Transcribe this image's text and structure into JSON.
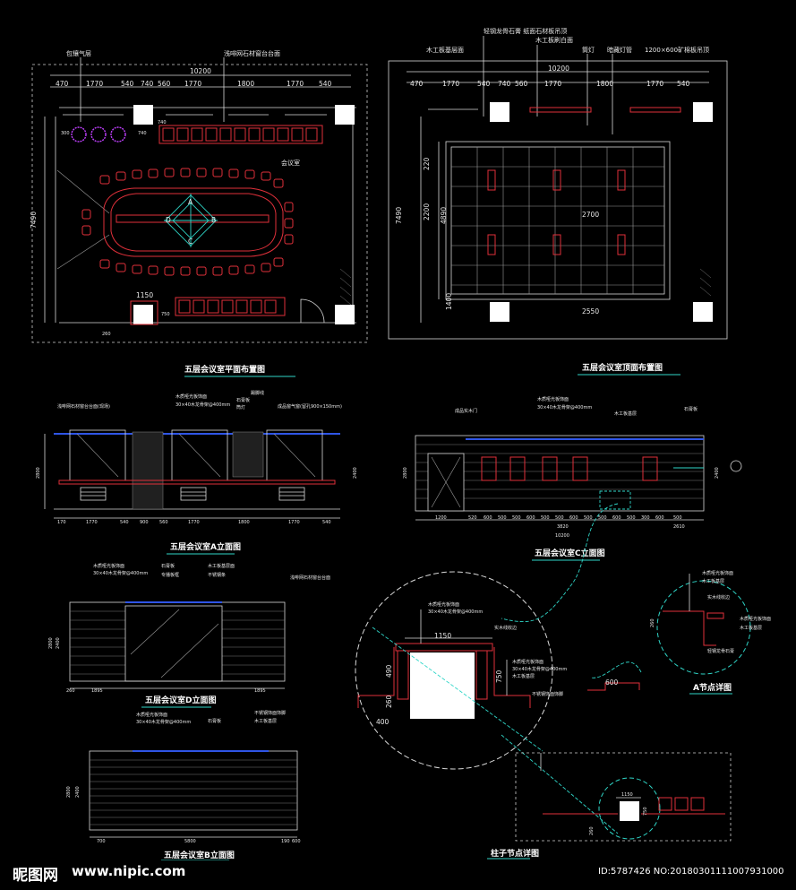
{
  "titles": {
    "plan": "五层会议室平面布置图",
    "ceiling": "五层会议室顶面布置图",
    "elev_a": "五层会议室A立面图",
    "elev_c": "五层会议室C立面图",
    "elev_d": "五层会议室D立面图",
    "elev_b": "五层会议室B立面图",
    "node_a": "A节点详图",
    "column": "柱子节点详图"
  },
  "plan": {
    "room": "会议室",
    "label_1": "包镶气层",
    "label_2": "浅啡网石材窗台台面",
    "total": "10200",
    "segments": [
      "470",
      "1770",
      "540",
      "740",
      "560",
      "1770",
      "1800",
      "1770",
      "540"
    ],
    "depth": "7490",
    "d_740a": "740",
    "d_740b": "740",
    "d_300": "300",
    "d_1150": "1150",
    "d_750": "750",
    "d_260": "260",
    "marks": [
      "A",
      "B",
      "C",
      "D"
    ]
  },
  "ceiling": {
    "label_1": "轻钢龙骨石膏 纸面石材板吊顶",
    "label_2": "木工板基层面",
    "label_3": "木工板刷白面",
    "label_4": "筒灯",
    "label_5": "暗藏灯管",
    "label_6": "1200×600矿棉板吊顶",
    "total": "10200",
    "segments": [
      "470",
      "1770",
      "540",
      "740",
      "560",
      "1770",
      "1800",
      "1770",
      "540"
    ],
    "d_4890": "4890",
    "d_220": "220",
    "d_2200": "2200",
    "d_1400": "1400",
    "d_7490": "7490",
    "d_2700": "2700",
    "d_2550": "2550"
  },
  "elev_a": {
    "label_1": "浅啡网石材窗台台面(现场)",
    "label_2": "木质哑光板饰面",
    "label_3": "30×40木龙骨架@400mm",
    "label_4": "石膏板",
    "label_5": "筒灯",
    "label_6": "踢脚线",
    "label_7": "成品窗气窗(留孔900×150mm)",
    "h_2800": "2800",
    "h_2400": "2400",
    "dims": [
      "170",
      "1770",
      "540",
      "900",
      "560",
      "1770",
      "1800",
      "1770",
      "540"
    ]
  },
  "elev_c": {
    "label_1": "成品实木门",
    "label_2": "木质哑光板饰面",
    "label_3": "30×40木龙骨架@400mm",
    "label_4": "木工板基层",
    "label_5": "石膏板",
    "h_2800": "2800",
    "h_2400": "2400",
    "dims": [
      "1200",
      "520",
      "600",
      "500",
      "500",
      "600",
      "500",
      "500",
      "600",
      "500",
      "500",
      "600",
      "500",
      "300",
      "600",
      "500"
    ],
    "sub": [
      "3820",
      "2610"
    ],
    "total": "10200"
  },
  "elev_d": {
    "label_1": "木质哑光板饰面",
    "label_2": "30×40木龙骨架@400mm",
    "label_3": "石膏板",
    "label_4": "专播板框",
    "label_5": "木工板基层面",
    "label_6": "不锈钢条",
    "label_7": "浅啡网石材窗台台面",
    "h_2800": "2800",
    "h_2400": "2400",
    "dims": [
      "1895",
      "1895"
    ],
    "d_260": "260"
  },
  "elev_b": {
    "label_1": "木质哑光板饰面",
    "label_2": "30×40木龙骨架@400mm",
    "label_3": "石膏板",
    "label_4": "不锈钢饰面饰脚",
    "label_5": "木工板基层",
    "h_2800": "2800",
    "h_2400": "2400",
    "dims": [
      "700",
      "5800",
      "190",
      "600"
    ]
  },
  "node_a": {
    "label_1": "木质哑光板饰面",
    "label_2": "木工板基层",
    "label_3": "实木线收边",
    "label_4": "木质哑光板饰面",
    "label_5": "木工板基层",
    "label_6": "轻钢龙骨石膏",
    "d_260": "260",
    "d_600": "600"
  },
  "detail": {
    "label_1": "木质哑光板饰面",
    "label_2": "30×40木龙骨架@400mm",
    "label_3": "实木线收边",
    "label_4": "木质哑光板饰面",
    "label_5": "30×40木龙骨架@400mm",
    "label_6": "木工板基层",
    "label_7": "不锈钢饰面饰脚",
    "d_1150": "1150",
    "d_490": "490",
    "d_750": "750",
    "d_260": "260",
    "d_400": "400"
  },
  "column": {
    "d_1150": "1150",
    "d_750": "750",
    "d_260": "260"
  },
  "watermark": {
    "brand": "昵图网",
    "url": "www.nipic.com",
    "id": "ID:5787426 NO:20180301111007931000"
  }
}
